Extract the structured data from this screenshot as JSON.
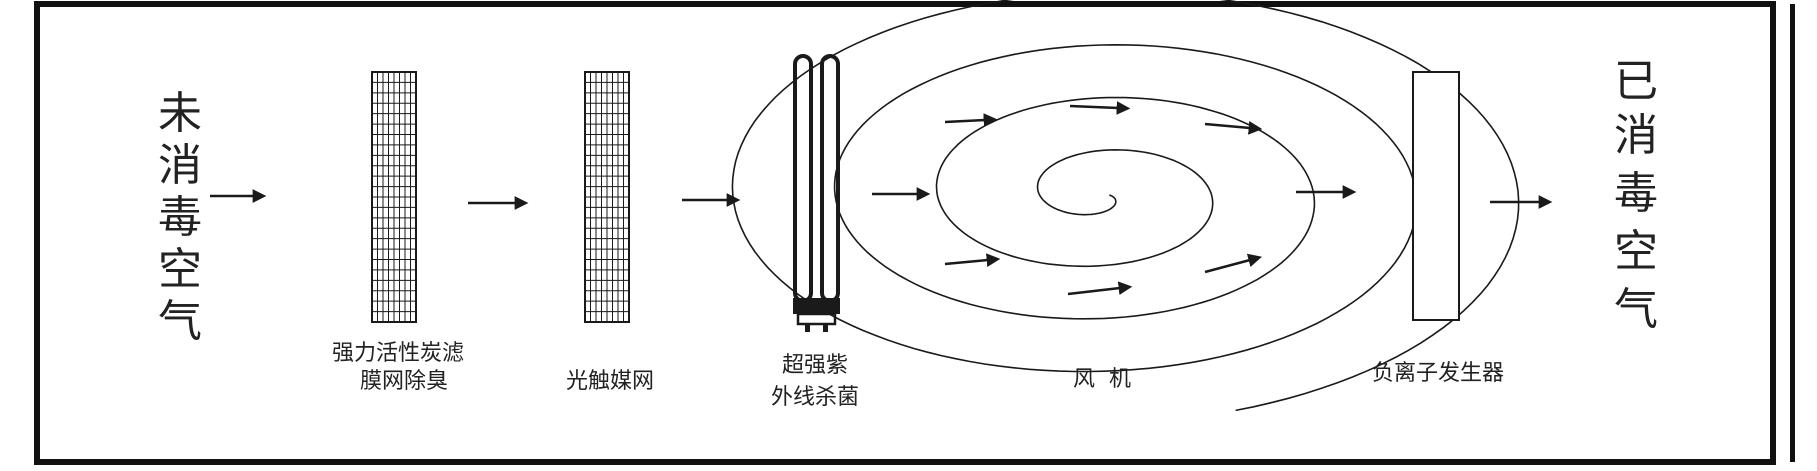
{
  "colors": {
    "ink": "#1a1a1a",
    "frame": "#111111",
    "background": "#ffffff"
  },
  "input_label": [
    "未",
    "消",
    "毒",
    "空",
    "气"
  ],
  "output_label": [
    "已",
    "消",
    "毒",
    "空",
    "气"
  ],
  "stages": [
    {
      "id": "carbon_filter",
      "icon": "grid-filter-icon",
      "caption": [
        "强力活性炭滤",
        "膜网除臭"
      ]
    },
    {
      "id": "photocatalyst_mesh",
      "icon": "grid-mesh-icon",
      "caption": [
        "光触媒网"
      ]
    },
    {
      "id": "uv_lamp",
      "icon": "uv-lamp-icon",
      "caption": [
        "超强紫",
        "外线杀菌"
      ]
    },
    {
      "id": "fan",
      "icon": "spiral-fan-icon",
      "caption": [
        "风  机"
      ]
    },
    {
      "id": "ionizer",
      "icon": "ionizer-panel-icon",
      "caption": [
        "负离子发生器"
      ]
    }
  ]
}
